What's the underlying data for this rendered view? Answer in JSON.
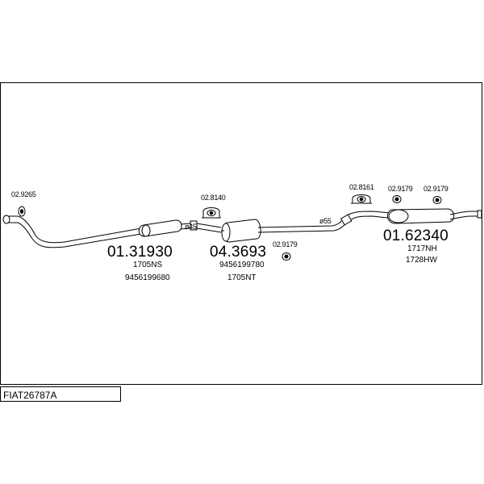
{
  "diagram": {
    "parts": [
      {
        "number": "01.31930",
        "refs": [
          "1705NS",
          "9456199680"
        ]
      },
      {
        "number": "04.3693",
        "refs": [
          "9456199780",
          "1705NT"
        ]
      },
      {
        "number": "01.62340",
        "refs": [
          "1717NH",
          "1728HW"
        ]
      }
    ],
    "small_parts": [
      "02.9265",
      "02.8140",
      "02.9179",
      "02.8161",
      "02.9179",
      "02.9179"
    ],
    "diameters": [
      "ø45",
      "ø55"
    ]
  },
  "footer": {
    "code": "FIAT26787A"
  }
}
